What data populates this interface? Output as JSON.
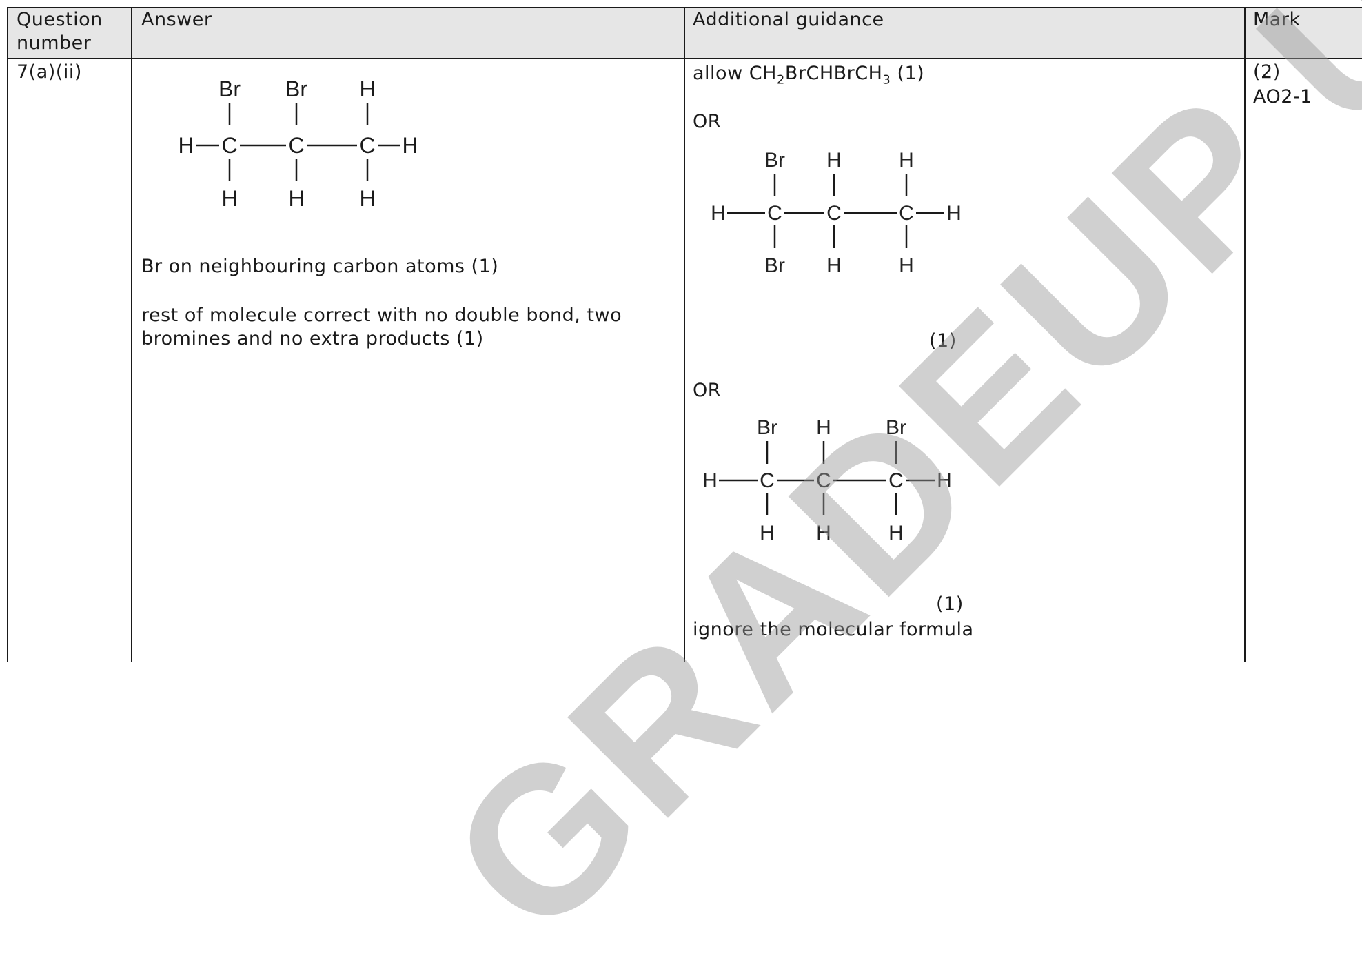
{
  "headers": {
    "question": "Question number",
    "answer": "Answer",
    "guidance": "Additional guidance",
    "mark": "Mark"
  },
  "row": {
    "question_number": "7(a)(ii)",
    "answer_points": [
      "Br on neighbouring carbon atoms (1)",
      "rest of molecule correct with no double bond, two bromines and no extra products (1)"
    ],
    "guidance": {
      "allow_prefix": "allow ",
      "formula_parts": [
        "CH",
        "2",
        "BrCHBrCH",
        "3"
      ],
      "allow_suffix": " (1)",
      "or_1": "OR",
      "mark_1": "(1)",
      "or_2": "OR",
      "mark_2": "(1)",
      "ignore": "ignore the molecular formula"
    },
    "mark": "(2)",
    "ao": "AO2-1"
  },
  "structures": {
    "main": {
      "top": [
        "Br",
        "Br",
        "H"
      ],
      "left": "H",
      "right": "H",
      "carbon": "C",
      "bottom": [
        "H",
        "H",
        "H"
      ]
    },
    "alt1": {
      "top": [
        "Br",
        "H",
        "H"
      ],
      "left": "H",
      "right": "H",
      "carbon": "C",
      "bottom": [
        "Br",
        "H",
        "H"
      ]
    },
    "alt2": {
      "top": [
        "Br",
        "H",
        "Br"
      ],
      "left": "H",
      "right": "H",
      "carbon": "C",
      "bottom": [
        "H",
        "H",
        "H"
      ]
    }
  },
  "watermark": "GRADEUP UK"
}
